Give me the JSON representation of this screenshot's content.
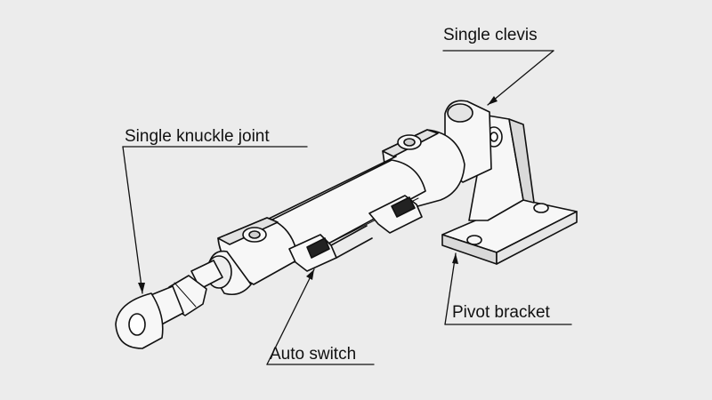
{
  "labels": {
    "single_clevis": "Single clevis",
    "single_knuckle_joint": "Single knuckle joint",
    "auto_switch": "Auto switch",
    "pivot_bracket": "Pivot bracket"
  },
  "colors": {
    "background": "#ececec",
    "line": "#111111",
    "part_fill": "#f7f7f7",
    "shade": "#d9d9d9"
  }
}
